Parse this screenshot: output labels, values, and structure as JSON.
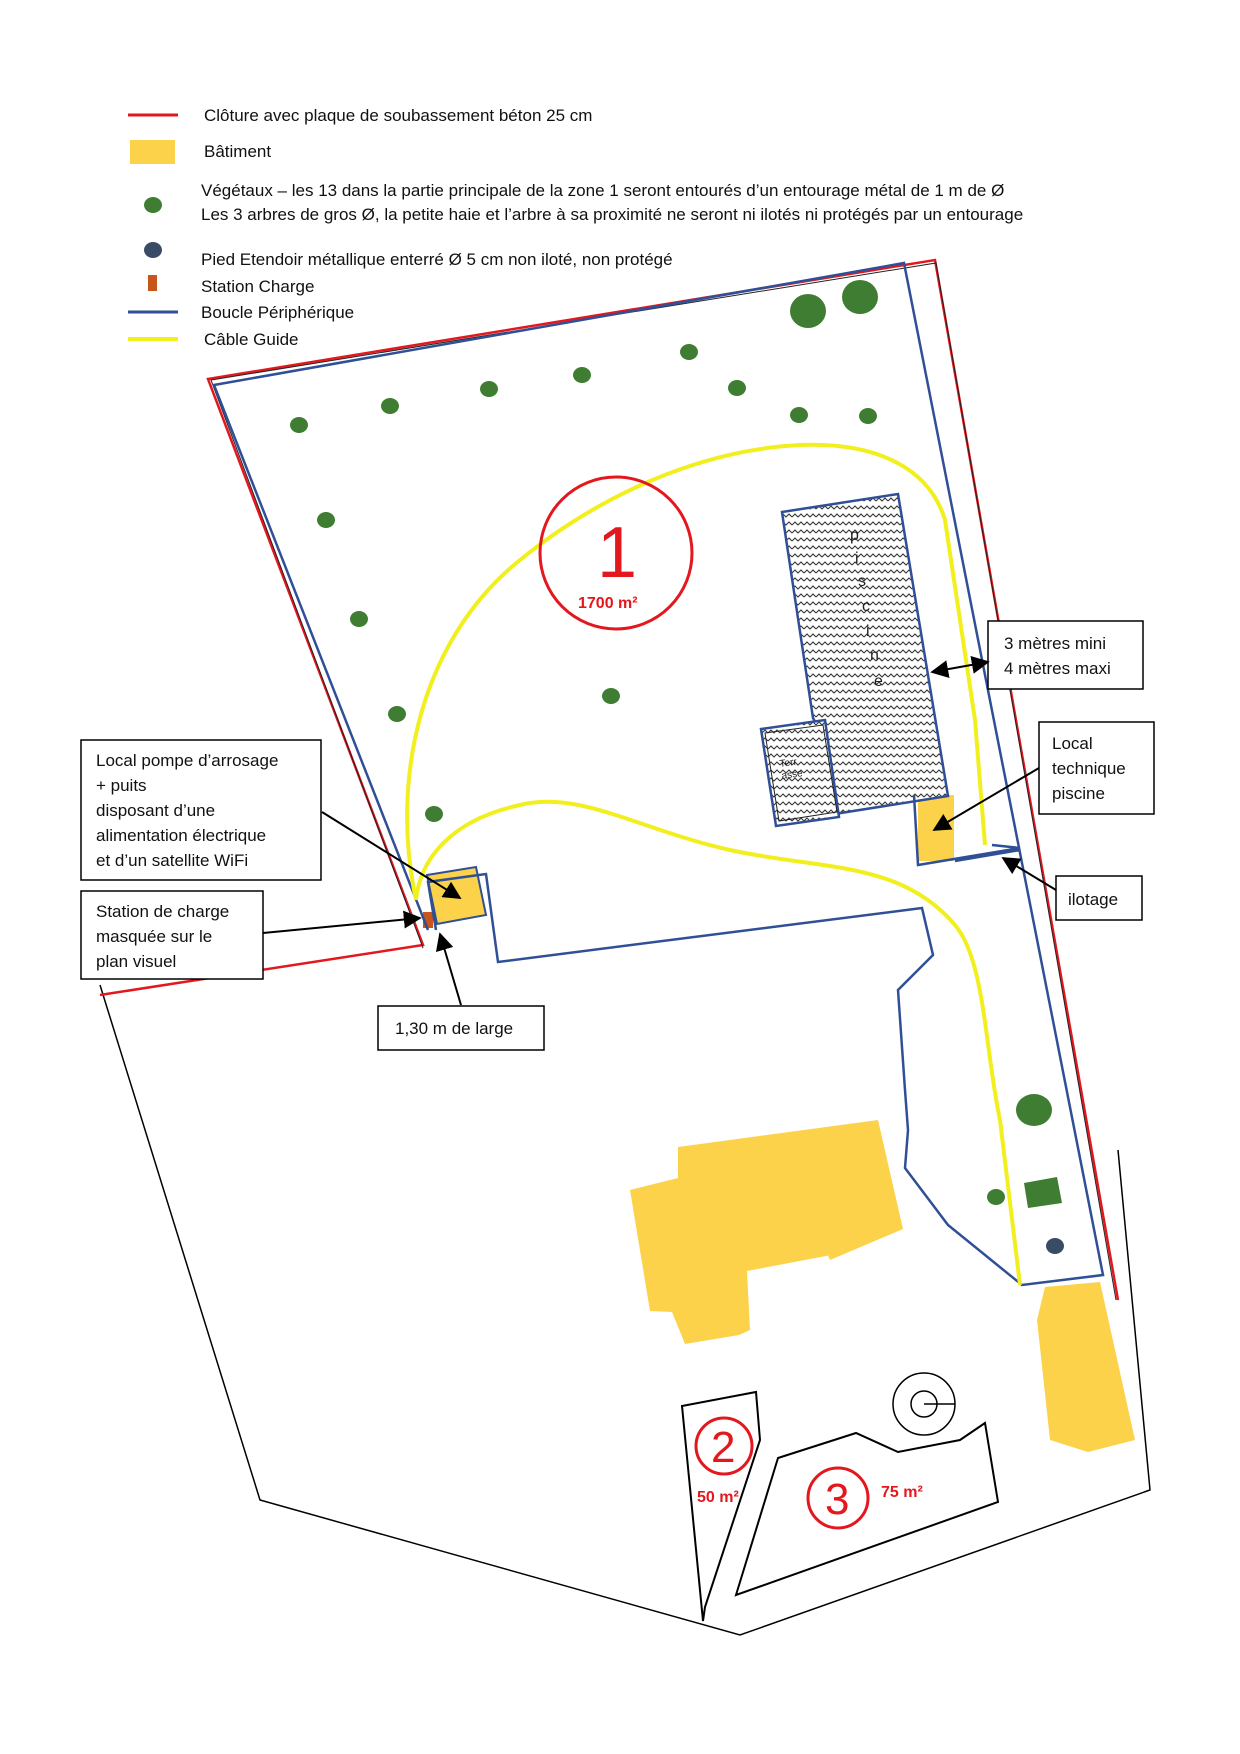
{
  "legend": {
    "fence": "Clôture avec plaque de soubassement béton 25 cm",
    "building": "Bâtiment",
    "plants_line1": "Végétaux – les 13 dans la partie principale de la zone 1 seront entourés d’un entourage métal de 1 m de Ø",
    "plants_line2": "Les 3 arbres de gros Ø, la petite haie et l’arbre à sa proximité ne seront ni ilotés ni protégés par un entourage",
    "pole": "Pied Etendoir métallique enterré Ø 5 cm non iloté, non protégé",
    "station": "Station Charge",
    "loop": "Boucle Périphérique",
    "guide": "Câble Guide"
  },
  "colors": {
    "fence": "#e3181e",
    "loop": "#2f4f96",
    "guide": "#f2ef1e",
    "building": "#fcd24a",
    "plant": "#3e7d32",
    "pole": "#3a4b66",
    "station": "#c8561a",
    "zone_label": "#e3181e"
  },
  "zones": [
    {
      "number": "1",
      "area": "1700 m²"
    },
    {
      "number": "2",
      "area": "50 m²"
    },
    {
      "number": "3",
      "area": "75 m²"
    }
  ],
  "pool": {
    "letters": [
      "p",
      "i",
      "s",
      "c",
      "i",
      "n",
      "e"
    ],
    "terrace_line1": "Terr",
    "terrace_line2": "asse"
  },
  "callouts": {
    "pump_lines": [
      "Local pompe d’arrosage",
      "+ puits",
      "disposant d’une",
      "alimentation électrique",
      "et d’un satellite WiFi"
    ],
    "station_lines": [
      "Station de charge",
      "masquée sur le",
      "plan visuel"
    ],
    "width_label": "1,30 m de large",
    "pool_distance_lines": [
      "3 mètres mini",
      "4 mètres maxi"
    ],
    "tech_lines": [
      "Local",
      "technique",
      "piscine"
    ],
    "islanding": "ilotage"
  },
  "icons": [
    "plant-dot-icon",
    "pole-dot-icon",
    "charging-station-icon",
    "well-symbol-icon"
  ]
}
